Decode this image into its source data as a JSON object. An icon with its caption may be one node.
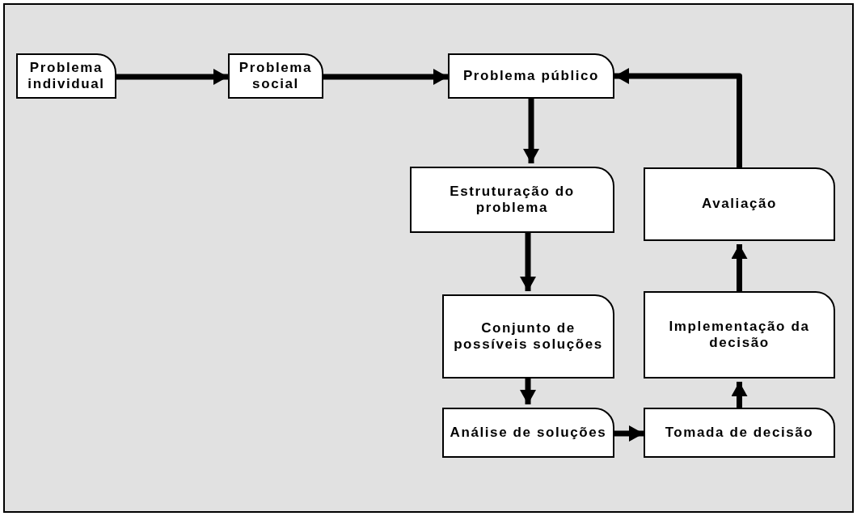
{
  "diagram": {
    "nodes": [
      {
        "text": [
          "Problema individual"
        ]
      },
      {
        "text": [
          "Problema social"
        ]
      },
      {
        "text": [
          "Problema público"
        ]
      },
      {
        "text": [
          "Estruturação do problema"
        ]
      },
      {
        "text": [
          "Conjunto de possíveis soluções"
        ]
      },
      {
        "text": [
          "Análise de soluções"
        ]
      },
      {
        "text": [
          "Tomada de decisão"
        ]
      },
      {
        "text": [
          "Implementação da decisão"
        ]
      },
      {
        "text": [
          "Avaliação"
        ]
      }
    ],
    "edges": [
      {
        "from": 0,
        "to": 1,
        "arrow": "to"
      },
      {
        "from": 1,
        "to": 2,
        "arrow": "to"
      },
      {
        "from": 2,
        "to": 3,
        "arrow": "to"
      },
      {
        "from": 3,
        "to": 4,
        "arrow": "to"
      },
      {
        "from": 4,
        "to": 5,
        "arrow": "to"
      },
      {
        "from": 5,
        "to": 6,
        "arrow": "to"
      },
      {
        "from": 6,
        "to": 7,
        "arrow": "to"
      },
      {
        "from": 7,
        "to": 8,
        "arrow": "to"
      },
      {
        "from": 8,
        "to": 2,
        "arrow": "to"
      }
    ]
  }
}
